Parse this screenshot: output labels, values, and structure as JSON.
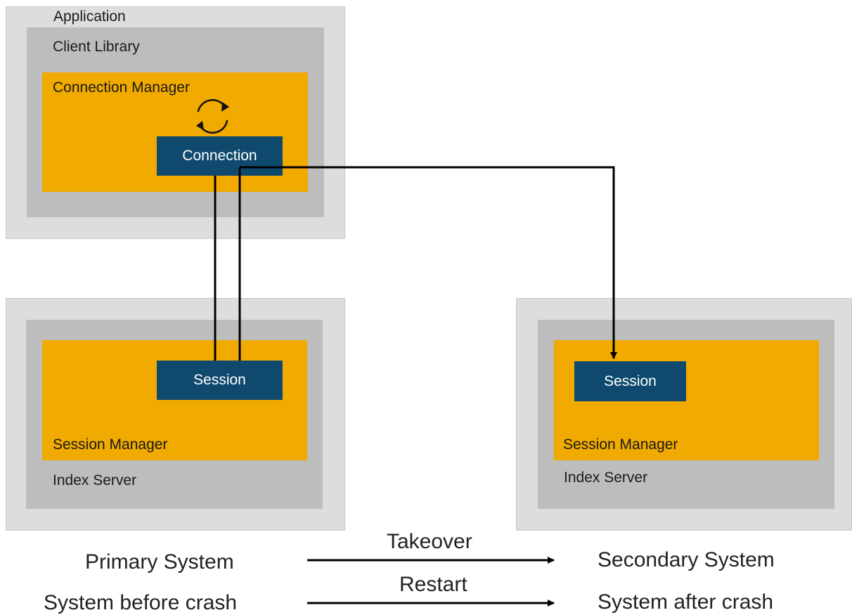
{
  "application": {
    "title": "Application",
    "client_library": "Client Library",
    "connection_manager": "Connection Manager",
    "connection": "Connection",
    "refresh_icon": "refresh-cycle-icon"
  },
  "primary_server": {
    "session": "Session",
    "session_manager": "Session Manager",
    "index_server": "Index Server"
  },
  "secondary_server": {
    "session": "Session",
    "session_manager": "Session Manager",
    "index_server": "Index Server"
  },
  "legend": {
    "row1": {
      "left": "Primary System",
      "arrow": "Takeover",
      "right": "Secondary System"
    },
    "row2": {
      "left": "System before crash",
      "arrow": "Restart",
      "right": "System after crash"
    }
  },
  "colors": {
    "outer": "#dddddd",
    "mid": "#bdbdbd",
    "gold": "#f0aa00",
    "navy": "#0f4a6e"
  }
}
